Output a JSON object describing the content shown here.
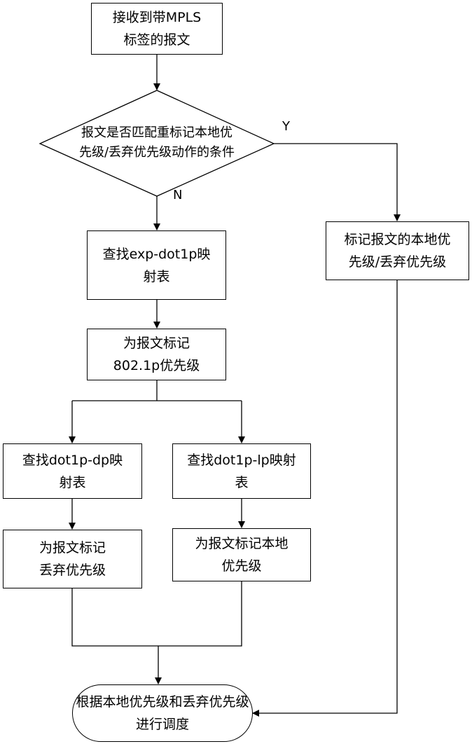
{
  "nodes": {
    "start": {
      "line1": "接收到带MPLS",
      "line2": "标签的报文"
    },
    "decision": {
      "line1": "报文是否匹配重标记本地优",
      "line2": "先级/丢弃优先级动作的条件"
    },
    "yes_label": "Y",
    "no_label": "N",
    "mark_local_drop": {
      "line1": "标记报文的本地优",
      "line2": "先级/丢弃优先级"
    },
    "lookup_exp": {
      "line1": "查找exp-dot1p映",
      "line2": "射表"
    },
    "mark_8021p": {
      "line1": "为报文标记",
      "line2": "802.1p优先级"
    },
    "lookup_dp": {
      "line1": "查找dot1p-dp映",
      "line2": "射表"
    },
    "lookup_lp": {
      "line1": "查找dot1p-lp映射",
      "line2": "表"
    },
    "mark_drop": {
      "line1": "为报文标记",
      "line2": "丢弃优先级"
    },
    "mark_local": {
      "line1": "为报文标记本地",
      "line2": "优先级"
    },
    "end": {
      "line1": "根据本地优先级和丢",
      "line2": "弃优先级进行调度"
    }
  }
}
